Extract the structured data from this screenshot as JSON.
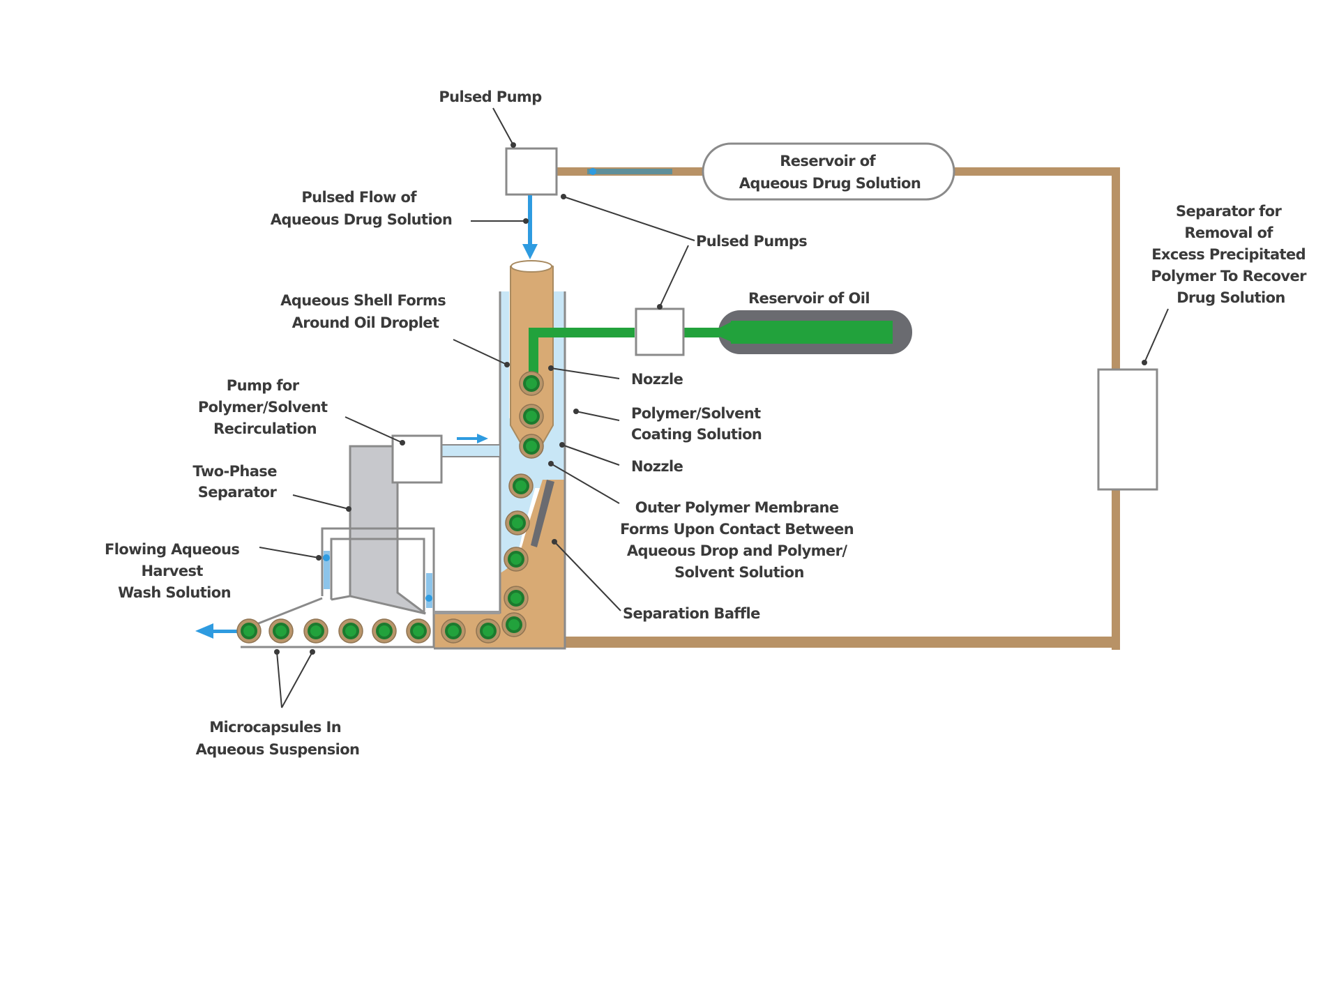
{
  "diagram": {
    "colors": {
      "tan": "#d8aa74",
      "tan_dark": "#b89266",
      "light_blue": "#c8e6f6",
      "blue": "#2e9be0",
      "green": "#22a23c",
      "green_dark": "#1c7a2e",
      "gray": "#c7c8cc",
      "gray_dark": "#6a6b70",
      "outline": "#8a8a8a",
      "text": "#3a3a3a"
    },
    "labels": {
      "pulsed_pump": "Pulsed Pump",
      "pulsed_flow": [
        "Pulsed Flow of",
        "Aqueous Drug Solution"
      ],
      "reservoir_aqueous": [
        "Reservoir of",
        "Aqueous Drug Solution"
      ],
      "pulsed_pumps": "Pulsed Pumps",
      "reservoir_oil": "Reservoir of Oil",
      "aqueous_shell": [
        "Aqueous Shell Forms",
        "Around Oil Droplet"
      ],
      "nozzle_upper": "Nozzle",
      "coating_solution": [
        "Polymer/Solvent",
        "Coating Solution"
      ],
      "nozzle_lower": "Nozzle",
      "pump_recirculation": [
        "Pump for",
        "Polymer/Solvent",
        "Recirculation"
      ],
      "two_phase_separator": [
        "Two-Phase",
        "Separator"
      ],
      "outer_membrane": [
        "Outer Polymer Membrane",
        "Forms Upon Contact Between",
        "Aqueous Drop and Polymer/",
        "Solvent Solution"
      ],
      "separation_baffle": "Separation Baffle",
      "harvest_wash": [
        "Flowing Aqueous",
        "Harvest",
        "Wash Solution"
      ],
      "microcapsules": [
        "Microcapsules In",
        "Aqueous Suspension"
      ],
      "separator_removal": [
        "Separator for",
        "Removal of",
        "Excess Precipitated",
        "Polymer To Recover",
        "Drug Solution"
      ]
    },
    "microcapsule_count": {
      "tower_upper": 3,
      "tower_lower": 5,
      "channel": 2,
      "tray": 6
    }
  }
}
